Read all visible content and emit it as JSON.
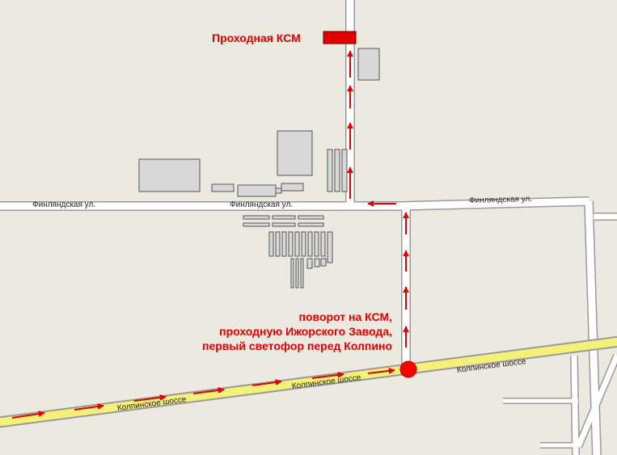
{
  "labels": {
    "checkpoint": "Проходная КСМ",
    "turn_line1": "поворот на КСМ,",
    "turn_line2": "проходную Ижорского Завода,",
    "turn_line3": "первый светофор перед Колпино"
  },
  "streets": {
    "finlyandskaya_left": "Финляндская ул.",
    "finlyandskaya_mid": "Финляндская ул.",
    "finlyandskaya_right": "Финляндская ул.",
    "kolpinskoe_1": "Колпинское шоссе",
    "kolpinskoe_2": "Колпинское шоссе",
    "kolpinskoe_3": "Колпинское шоссе"
  },
  "colors": {
    "background": "#ECEAE0",
    "road_fill": "#FFFFFF",
    "road_outline": "#9A9A9A",
    "highway_fill": "#F5F07A",
    "building_fill": "#D8D8D8",
    "building_outline": "#555555",
    "route_arrow": "#E00000",
    "checkpoint_marker": "#E00000"
  }
}
